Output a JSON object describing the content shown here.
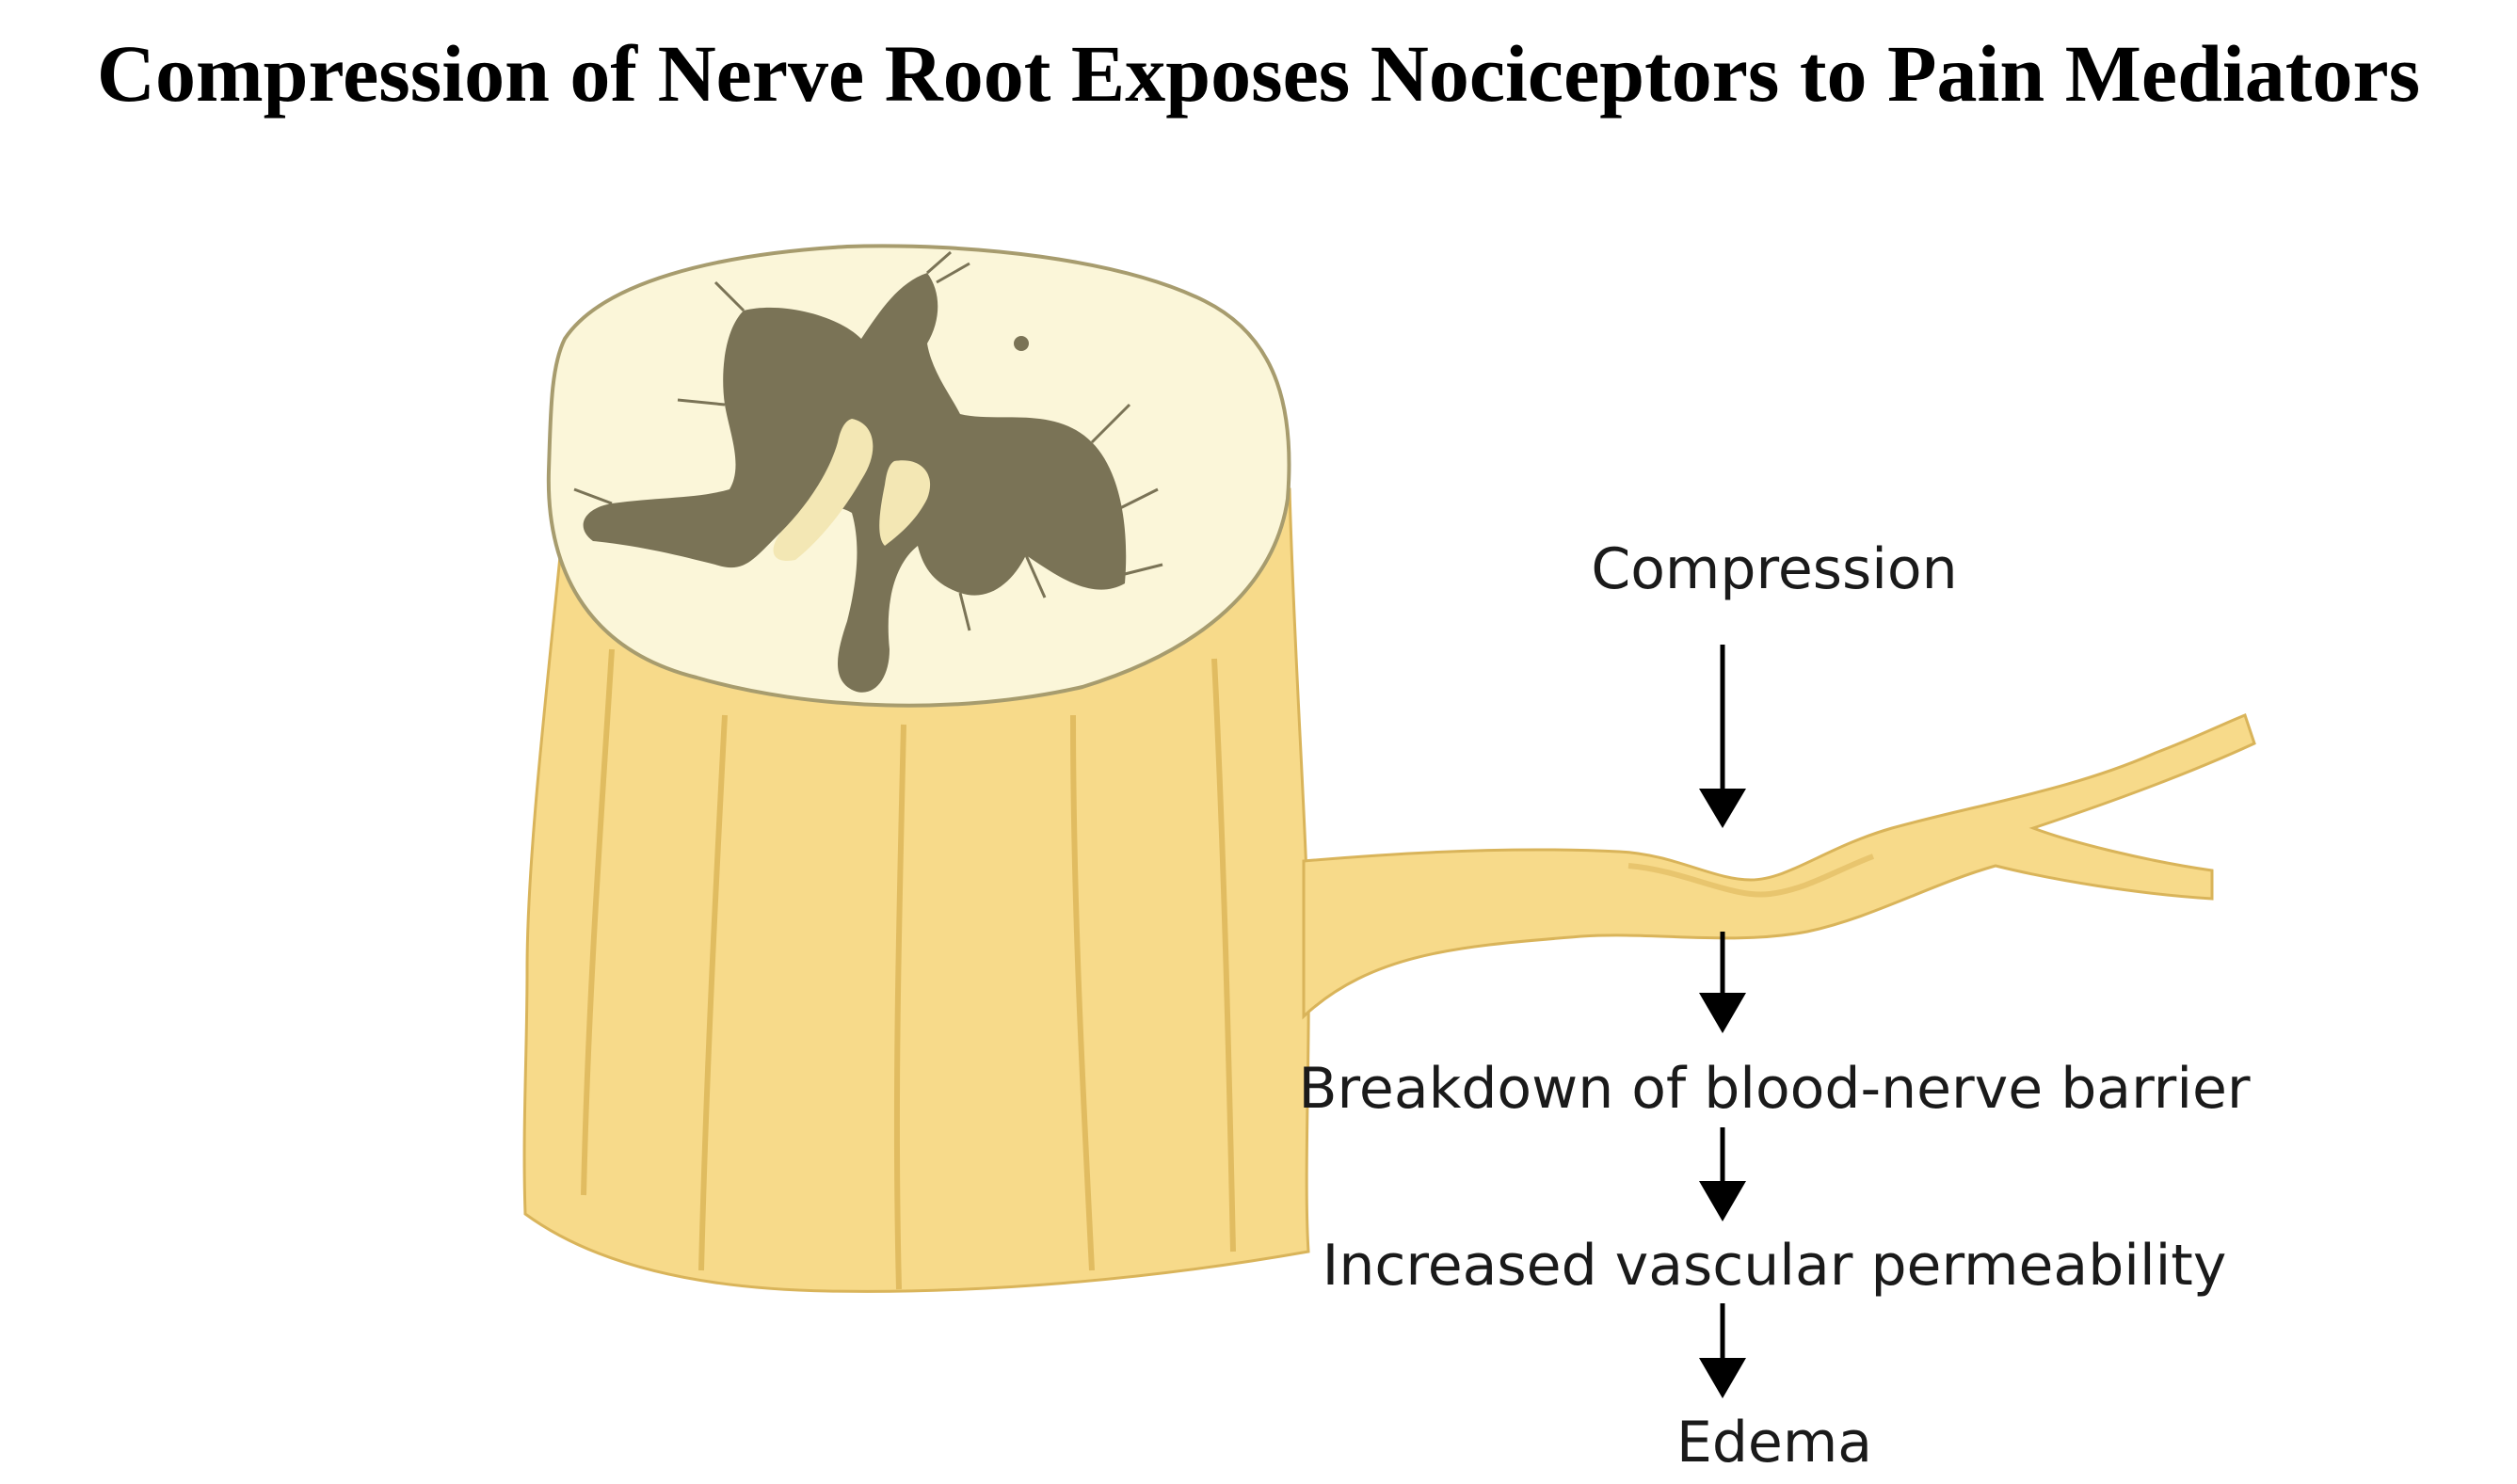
{
  "title": "Compression of Nerve Root Exposes Nociceptors to Pain Mediators",
  "flow": {
    "step1": "Compression",
    "step2": "Breakdown of blood-nerve barrier",
    "step3": "Increased vascular permeability",
    "step4": "Edema"
  },
  "colors": {
    "cord": "#f7da8a",
    "cord_shade": "#e6c066",
    "white_matter": "#fbf6d9",
    "gray_matter": "#7a7356",
    "text": "#1a1a1a",
    "arrow": "#000000"
  }
}
